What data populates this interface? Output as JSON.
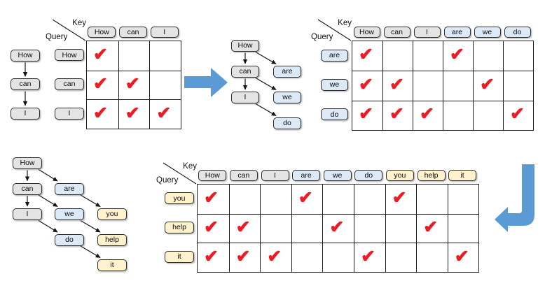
{
  "colors": {
    "gray": "#E4E4E4",
    "blue": "#DCE9F7",
    "yellow": "#FFF2CC",
    "arrow_blue": "#5B9BD5",
    "check_red": "#ED1C24",
    "line": "#1c1c1c"
  },
  "labels": {
    "key": "Key",
    "query": "Query",
    "check": "✔"
  },
  "step1": {
    "tree": {
      "nodes": [
        {
          "label": "How",
          "color": "gray",
          "col": 0,
          "row": 0
        },
        {
          "label": "can",
          "color": "gray",
          "col": 0,
          "row": 1
        },
        {
          "label": "I",
          "color": "gray",
          "col": 0,
          "row": 2
        }
      ],
      "edges": [
        [
          "How",
          "can"
        ],
        [
          "can",
          "I"
        ]
      ]
    },
    "matrix": {
      "cols": [
        {
          "label": "How",
          "color": "gray"
        },
        {
          "label": "can",
          "color": "gray"
        },
        {
          "label": "I",
          "color": "gray"
        }
      ],
      "rows": [
        {
          "label": "How",
          "color": "gray"
        },
        {
          "label": "can",
          "color": "gray"
        },
        {
          "label": "I",
          "color": "gray"
        }
      ],
      "checks": [
        [
          1,
          0,
          0
        ],
        [
          1,
          1,
          0
        ],
        [
          1,
          1,
          1
        ]
      ]
    }
  },
  "step2": {
    "tree": {
      "nodes": [
        {
          "label": "How",
          "color": "gray",
          "col": 0,
          "row": 0
        },
        {
          "label": "can",
          "color": "gray",
          "col": 0,
          "row": 1
        },
        {
          "label": "I",
          "color": "gray",
          "col": 0,
          "row": 2
        },
        {
          "label": "are",
          "color": "blue",
          "col": 1,
          "row": 1
        },
        {
          "label": "we",
          "color": "blue",
          "col": 1,
          "row": 2
        },
        {
          "label": "do",
          "color": "blue",
          "col": 1,
          "row": 3
        }
      ],
      "edges": [
        [
          "How",
          "can"
        ],
        [
          "How",
          "are"
        ],
        [
          "can",
          "I"
        ],
        [
          "can",
          "we"
        ],
        [
          "I",
          "do"
        ]
      ]
    },
    "matrix": {
      "cols": [
        {
          "label": "How",
          "color": "gray"
        },
        {
          "label": "can",
          "color": "gray"
        },
        {
          "label": "I",
          "color": "gray"
        },
        {
          "label": "are",
          "color": "blue"
        },
        {
          "label": "we",
          "color": "blue"
        },
        {
          "label": "do",
          "color": "blue"
        }
      ],
      "rows": [
        {
          "label": "are",
          "color": "blue"
        },
        {
          "label": "we",
          "color": "blue"
        },
        {
          "label": "do",
          "color": "blue"
        }
      ],
      "checks": [
        [
          1,
          0,
          0,
          1,
          0,
          0
        ],
        [
          1,
          1,
          0,
          0,
          1,
          0
        ],
        [
          1,
          1,
          1,
          0,
          0,
          1
        ]
      ]
    }
  },
  "step3": {
    "tree": {
      "nodes": [
        {
          "label": "How",
          "color": "gray",
          "col": 0,
          "row": 0
        },
        {
          "label": "can",
          "color": "gray",
          "col": 0,
          "row": 1
        },
        {
          "label": "I",
          "color": "gray",
          "col": 0,
          "row": 2
        },
        {
          "label": "are",
          "color": "blue",
          "col": 1,
          "row": 1
        },
        {
          "label": "we",
          "color": "blue",
          "col": 1,
          "row": 2
        },
        {
          "label": "do",
          "color": "blue",
          "col": 1,
          "row": 3
        },
        {
          "label": "you",
          "color": "yellow",
          "col": 2,
          "row": 2
        },
        {
          "label": "help",
          "color": "yellow",
          "col": 2,
          "row": 3
        },
        {
          "label": "it",
          "color": "yellow",
          "col": 2,
          "row": 4
        }
      ],
      "edges": [
        [
          "How",
          "can"
        ],
        [
          "How",
          "are"
        ],
        [
          "can",
          "I"
        ],
        [
          "can",
          "we"
        ],
        [
          "I",
          "do"
        ],
        [
          "are",
          "you"
        ],
        [
          "we",
          "help"
        ],
        [
          "do",
          "it"
        ]
      ]
    },
    "matrix": {
      "cols": [
        {
          "label": "How",
          "color": "gray"
        },
        {
          "label": "can",
          "color": "gray"
        },
        {
          "label": "I",
          "color": "gray"
        },
        {
          "label": "are",
          "color": "blue"
        },
        {
          "label": "we",
          "color": "blue"
        },
        {
          "label": "do",
          "color": "blue"
        },
        {
          "label": "you",
          "color": "yellow"
        },
        {
          "label": "help",
          "color": "yellow"
        },
        {
          "label": "it",
          "color": "yellow"
        }
      ],
      "rows": [
        {
          "label": "you",
          "color": "yellow"
        },
        {
          "label": "help",
          "color": "yellow"
        },
        {
          "label": "it",
          "color": "yellow"
        }
      ],
      "checks": [
        [
          1,
          0,
          0,
          1,
          0,
          0,
          1,
          0,
          0
        ],
        [
          1,
          1,
          0,
          0,
          1,
          0,
          0,
          1,
          0
        ],
        [
          1,
          1,
          1,
          0,
          0,
          1,
          0,
          0,
          1
        ]
      ]
    }
  }
}
